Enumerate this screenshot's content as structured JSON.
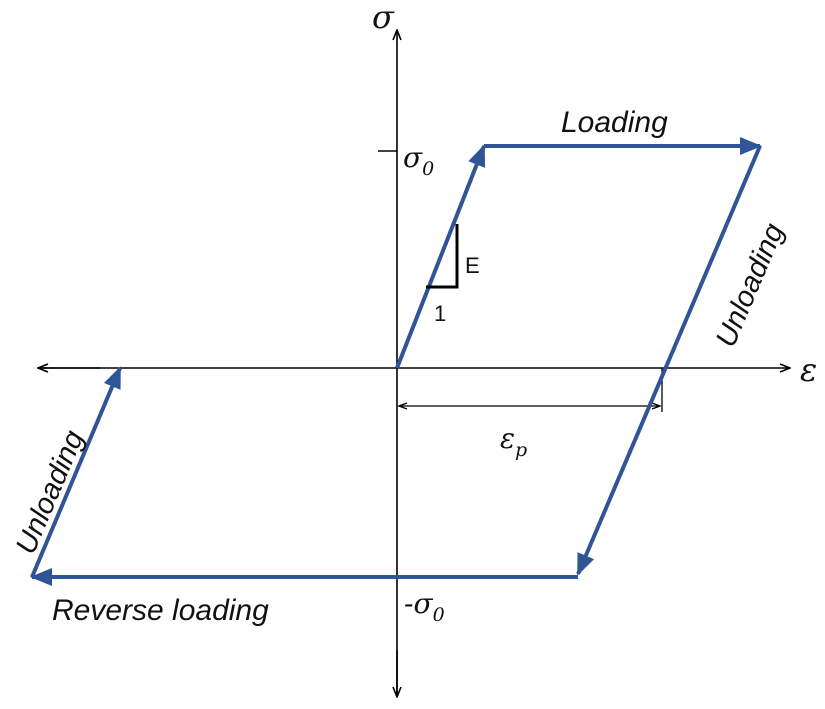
{
  "axes": {
    "y_label": "σ",
    "x_label": "ε"
  },
  "ticks": {
    "sigma0_symbol": "σ",
    "sigma0_sub": "0",
    "neg_sigma0_symbol": "-σ",
    "neg_sigma0_sub": "0"
  },
  "slope": {
    "rise": "E",
    "run": "1"
  },
  "plastic_strain": {
    "symbol": "ε",
    "sub": "p"
  },
  "path_labels": {
    "loading": "Loading",
    "unloading_right": "Unloading",
    "unloading_left": "Unloading",
    "reverse_loading": "Reverse loading"
  },
  "colors": {
    "path": "#2F5597",
    "axis": "#000000"
  }
}
